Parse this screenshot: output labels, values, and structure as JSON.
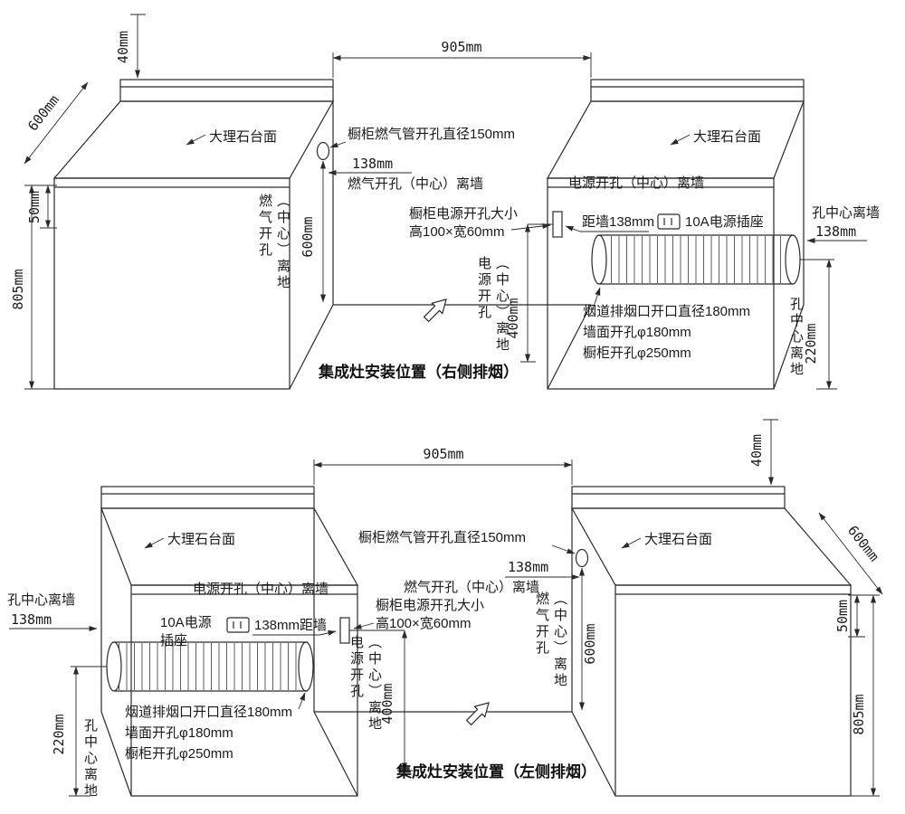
{
  "top": {
    "caption": "集成灶安装位置（右侧排烟）",
    "marble_left": "大理石台面",
    "marble_right": "大理石台面",
    "gas_pipe_label": "橱柜燃气管开孔直径150mm",
    "gas_dist_wall_value": "138mm",
    "gas_dist_wall_label": "燃气开孔（中心）离墙",
    "gas_floor_col1": "燃气开孔",
    "gas_floor_col2": "（中心）离地",
    "gas_floor_value": "600mm",
    "power_wall_label": "电源开孔（中心）离墙",
    "power_size_line1": "橱柜电源开孔大小",
    "power_size_line2": "高100×宽60mm",
    "power_dist_wall": "距墙138mm",
    "socket_label": "10A电源插座",
    "power_floor_col1": "电源开孔",
    "power_floor_col2": "（中心）离地",
    "power_floor_value": "400mm",
    "flue_line1": "烟道排烟口开口直径180mm",
    "flue_line2": "墙面开孔φ180mm",
    "flue_line3": "橱柜开孔φ250mm",
    "hole_wall_label": "孔中心离墙",
    "hole_wall_value": "138mm",
    "hole_floor_label": "孔中心离地",
    "hole_floor_value": "220mm",
    "dim_40": "40mm",
    "dim_600_depth": "600mm",
    "dim_50": "50mm",
    "dim_805": "805mm",
    "dim_905": "905mm"
  },
  "bottom": {
    "caption": "集成灶安装位置（左侧排烟）",
    "marble_left": "大理石台面",
    "marble_right": "大理石台面",
    "gas_pipe_label": "橱柜燃气管开孔直径150mm",
    "gas_dist_wall_value": "138mm",
    "gas_dist_wall_label": "燃气开孔（中心）离墙",
    "gas_floor_col1": "燃气开孔",
    "gas_floor_col2": "（中心）离地",
    "gas_floor_value": "600mm",
    "power_wall_label": "电源开孔（中心）离墙",
    "power_size_line1": "橱柜电源开孔大小",
    "power_size_line2": "高100×宽60mm",
    "power_dist_wall": "138mm距墙",
    "socket_line1": "10A电源",
    "socket_line2": "插座",
    "power_floor_col1": "电源开孔",
    "power_floor_col2": "（中心）离地",
    "power_floor_value": "400mm",
    "flue_line1": "烟道排烟口开口直径180mm",
    "flue_line2": "墙面开孔φ180mm",
    "flue_line3": "橱柜开孔φ250mm",
    "hole_wall_label": "孔中心离墙",
    "hole_wall_value": "138mm",
    "hole_floor_label": "孔中心离地",
    "hole_floor_value": "220mm",
    "dim_40": "40mm",
    "dim_600_depth": "600mm",
    "dim_50": "50mm",
    "dim_805": "805mm",
    "dim_905": "905mm"
  }
}
